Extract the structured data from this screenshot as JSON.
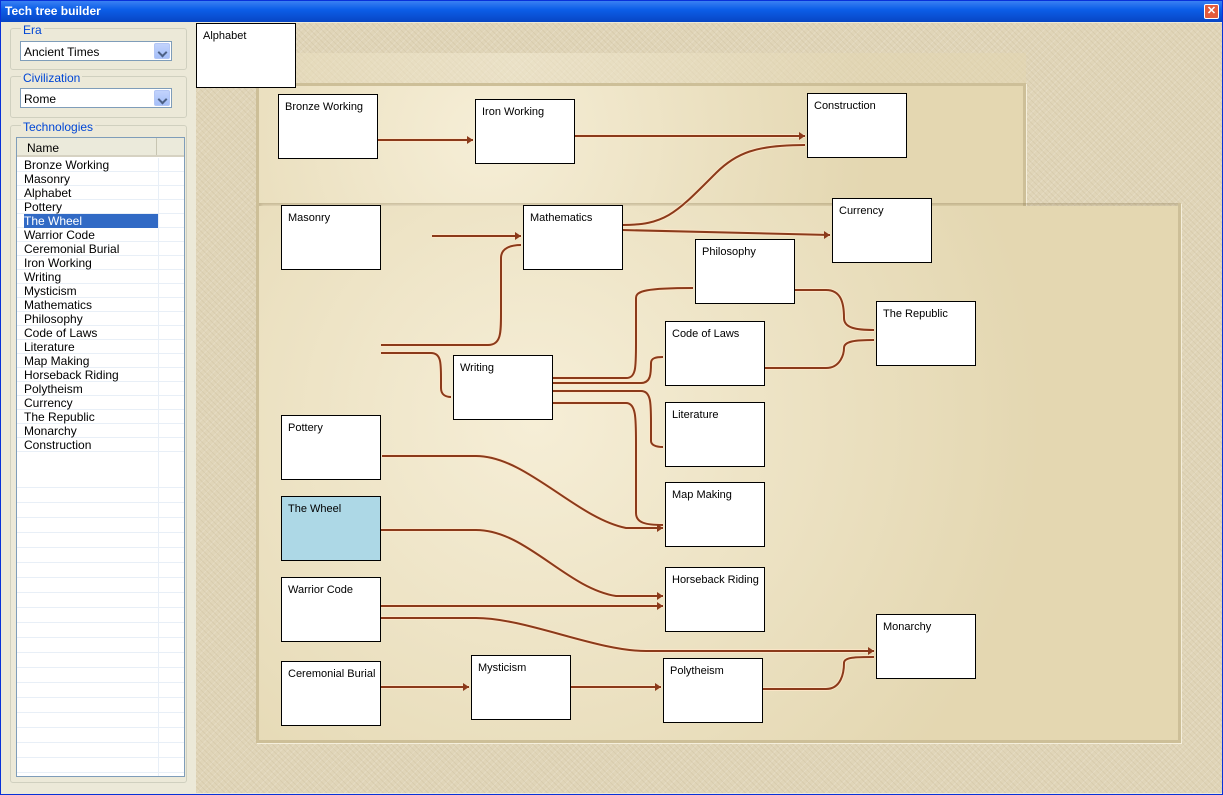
{
  "window": {
    "title": "Tech tree builder",
    "close_glyph": "✕"
  },
  "era": {
    "label": "Era",
    "value": "Ancient Times"
  },
  "civilization": {
    "label": "Civilization",
    "value": "Rome"
  },
  "technologies": {
    "label": "Technologies",
    "column_header": "Name",
    "selected": "The Wheel",
    "items": [
      "Bronze Working",
      "Masonry",
      "Alphabet",
      "Pottery",
      "The Wheel",
      "Warrior Code",
      "Ceremonial Burial",
      "Iron Working",
      "Writing",
      "Mysticism",
      "Mathematics",
      "Philosophy",
      "Code of Laws",
      "Literature",
      "Map Making",
      "Horseback Riding",
      "Polytheism",
      "Currency",
      "The Republic",
      "Monarchy",
      "Construction"
    ]
  },
  "tree": {
    "nodes": [
      {
        "id": "alphabet",
        "label": "Alphabet"
      },
      {
        "id": "bronze",
        "label": "Bronze Working"
      },
      {
        "id": "iron",
        "label": "Iron Working"
      },
      {
        "id": "construction",
        "label": "Construction"
      },
      {
        "id": "masonry",
        "label": "Masonry"
      },
      {
        "id": "mathematics",
        "label": "Mathematics"
      },
      {
        "id": "currency",
        "label": "Currency"
      },
      {
        "id": "philosophy",
        "label": "Philosophy"
      },
      {
        "id": "republic",
        "label": "The Republic"
      },
      {
        "id": "codelaws",
        "label": "Code of Laws"
      },
      {
        "id": "writing",
        "label": "Writing"
      },
      {
        "id": "literature",
        "label": "Literature"
      },
      {
        "id": "pottery",
        "label": "Pottery"
      },
      {
        "id": "mapmaking",
        "label": "Map Making"
      },
      {
        "id": "wheel",
        "label": "The Wheel",
        "selected": true
      },
      {
        "id": "horseback",
        "label": "Horseback Riding"
      },
      {
        "id": "warrior",
        "label": "Warrior Code"
      },
      {
        "id": "monarchy",
        "label": "Monarchy"
      },
      {
        "id": "ceremonial",
        "label": "Ceremonial Burial"
      },
      {
        "id": "mysticism",
        "label": "Mysticism"
      },
      {
        "id": "polytheism",
        "label": "Polytheism"
      }
    ],
    "link_color": "#8b3a1a"
  }
}
